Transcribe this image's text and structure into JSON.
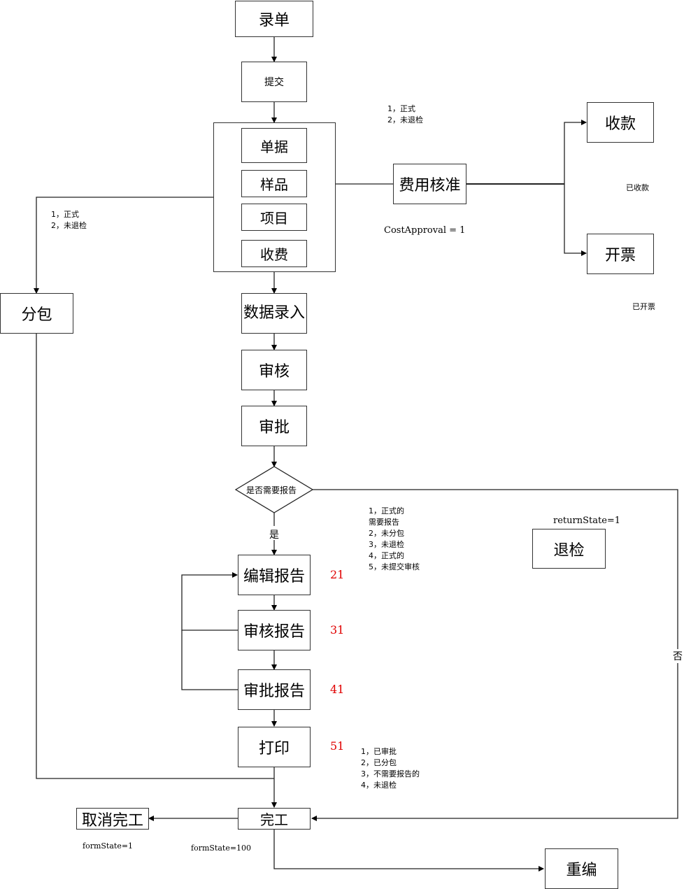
{
  "nodes": {
    "entry": "录单",
    "submit": "提交",
    "bill": "单据",
    "sample": "样品",
    "item": "项目",
    "fee": "收费",
    "cost_approval": "费用核准",
    "receive_payment": "收款",
    "invoice": "开票",
    "subcontract": "分包",
    "data_entry": "数据录入",
    "review": "审核",
    "approve": "审批",
    "need_report": "是否需要报告",
    "edit_report": "编辑报告",
    "review_report": "审核报告",
    "approve_report": "审批报告",
    "print": "打印",
    "complete": "完工",
    "cancel_complete": "取消完工",
    "reedit": "重编",
    "return_check": "退检"
  },
  "labels": {
    "yes": "是",
    "no": "否",
    "paid": "已收款",
    "invoiced": "已开票",
    "cost_approval_state": "CostApproval = 1",
    "return_state": "returnState=1",
    "form_state_cancel": "formState=1",
    "form_state_complete": "formState=100"
  },
  "states": {
    "edit_report": "21",
    "review_report": "31",
    "approve_report": "41",
    "print": "51"
  },
  "notes": {
    "cost_conditions": "1，正式\n2，未退检",
    "subcontract_conditions": "1，正式\n2，未退检",
    "report_conditions": "1，正式的\n需要报告\n2，未分包\n3，未退检\n4，正式的\n5，未提交审核",
    "complete_conditions": "1，已审批\n2，已分包\n3，不需要报告的\n4，未退检"
  }
}
